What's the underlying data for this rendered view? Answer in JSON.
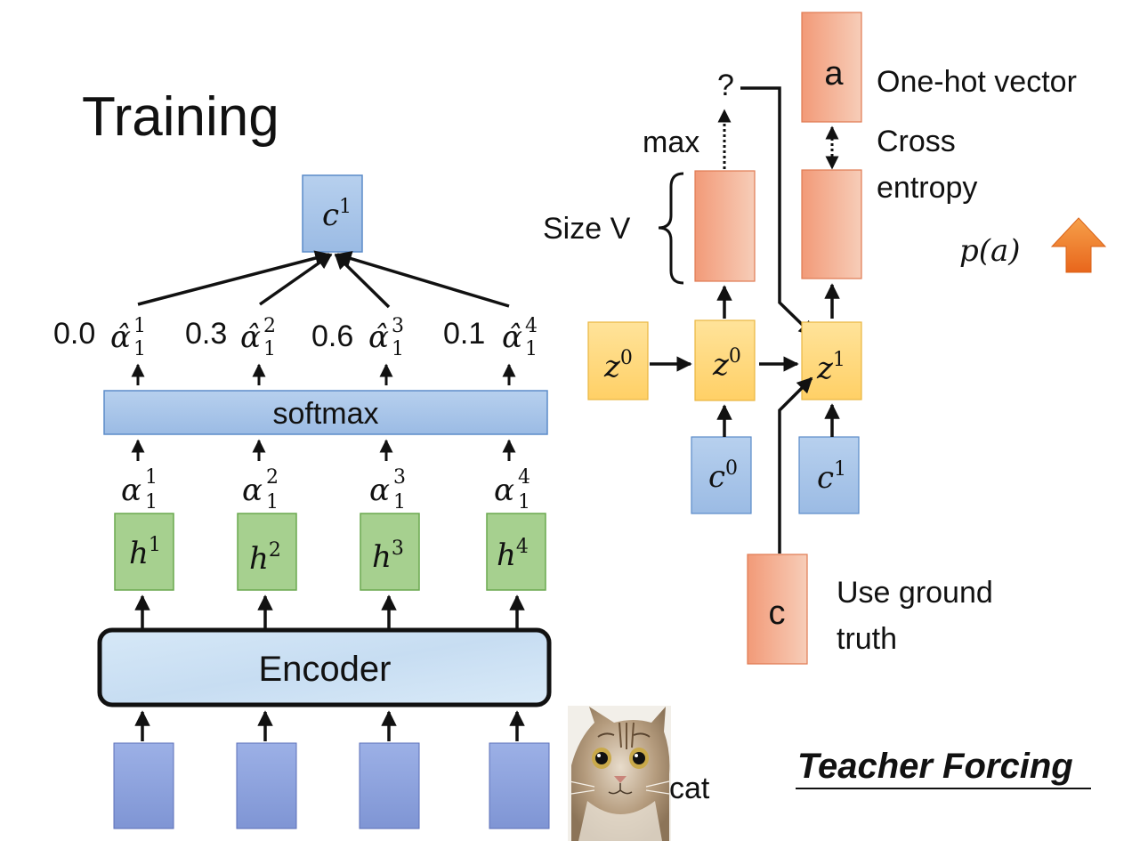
{
  "title": "Training",
  "context_vector": {
    "base": "c",
    "sup": "1"
  },
  "weights": [
    {
      "value": "0.0",
      "symbol": "α̂",
      "sub": "1",
      "sup": "1"
    },
    {
      "value": "0.3",
      "symbol": "α̂",
      "sub": "1",
      "sup": "2"
    },
    {
      "value": "0.6",
      "symbol": "α̂",
      "sub": "1",
      "sup": "3"
    },
    {
      "value": "0.1",
      "symbol": "α̂",
      "sub": "1",
      "sup": "4"
    }
  ],
  "softmax_label": "softmax",
  "alphas": [
    {
      "symbol": "α",
      "sub": "1",
      "sup": "1"
    },
    {
      "symbol": "α",
      "sub": "1",
      "sup": "2"
    },
    {
      "symbol": "α",
      "sub": "1",
      "sup": "3"
    },
    {
      "symbol": "α",
      "sub": "1",
      "sup": "4"
    }
  ],
  "hidden": [
    {
      "base": "h",
      "sup": "1"
    },
    {
      "base": "h",
      "sup": "2"
    },
    {
      "base": "h",
      "sup": "3"
    },
    {
      "base": "h",
      "sup": "4"
    }
  ],
  "encoder_label": "Encoder",
  "image_caption": "cat",
  "decoder": {
    "question": "?",
    "max_label": "max",
    "size_label": "Size V",
    "target_letter": "a",
    "one_hot_label": "One-hot vector",
    "cross_entropy": [
      "Cross",
      "entropy"
    ],
    "prob_label": "p(a)",
    "z_init": {
      "base": "z",
      "sup": "0"
    },
    "z0": {
      "base": "z",
      "sup": "0"
    },
    "z1": {
      "base": "z",
      "sup": "1"
    },
    "c0": {
      "base": "c",
      "sup": "0"
    },
    "c1": {
      "base": "c",
      "sup": "1"
    },
    "ground_truth_letter": "c",
    "ground_truth_label": [
      "Use ground",
      "truth"
    ]
  },
  "footer_title": "Teacher Forcing",
  "colors": {
    "blue_fill": "#a8c6e8",
    "blue_stroke": "#5b8bc9",
    "green_fill": "#a6d08f",
    "green_stroke": "#6aa84f",
    "orange_fill": "#f4a98c",
    "orange_stroke": "#e07a52",
    "yellow_fill": "#ffd97a",
    "yellow_stroke": "#e8b640",
    "input_fill": "#8fa3dc",
    "arrow_up": "#ef7a2a"
  }
}
